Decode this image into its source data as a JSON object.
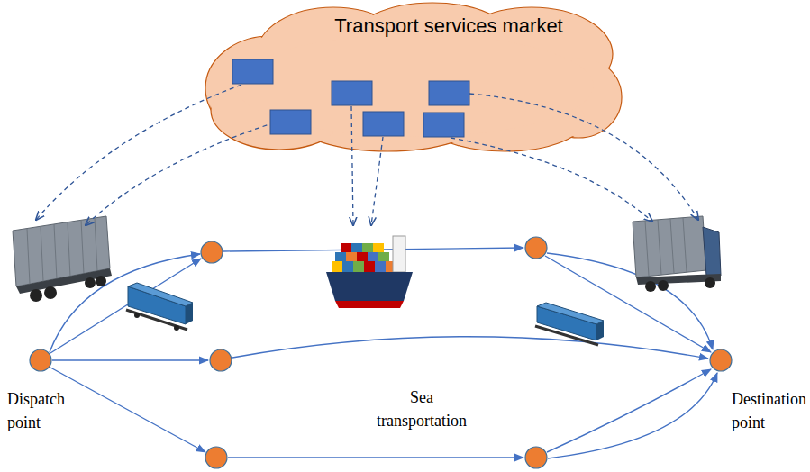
{
  "diagram": {
    "nodes": [
      {
        "text": [
          "Transport services market"
        ]
      },
      {
        "text": [
          "Dispatch point"
        ]
      },
      {
        "text": [
          "Destination point"
        ]
      }
    ],
    "labels": [
      "Sea transportation"
    ]
  }
}
